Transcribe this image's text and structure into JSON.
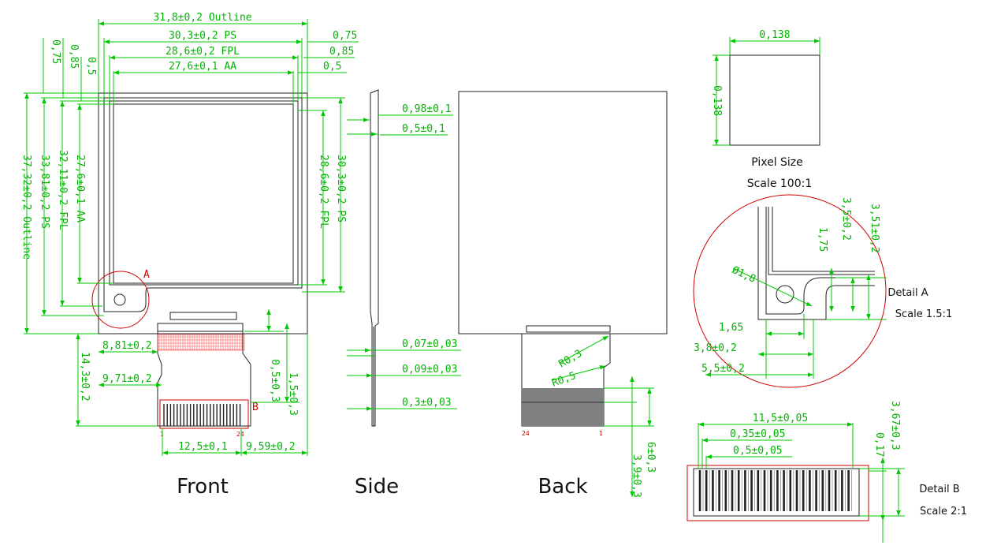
{
  "front": {
    "dims": {
      "outline_w": "31,8±0,2 Outline",
      "ps_w": "30,3±0,2 PS",
      "fpl_w": "28,6±0,2 FPL",
      "aa_w": "27,6±0,1 AA",
      "r075": "0,75",
      "r085": "0,85",
      "r05": "0,5",
      "l075": "0,75",
      "l085": "0,85",
      "l05": "0,5",
      "aa_h": "27,6±0,1 AA",
      "fpl_h": "32,11±0,2 FPL",
      "ps_h": "33,81±0,2 PS",
      "outline_h": "37,32±0,2 Outline",
      "fpl_h_right": "28,6±0,2 FPL",
      "ps_h_right": "30,3±0,2 PS",
      "fpc_881": "8,81±0,2",
      "fpc_971": "9,71±0,2",
      "fpc_143": "14,3±0,2",
      "fpc_05": "0,5±0,3",
      "fpc_15": "1,5±0,3",
      "fpc_125": "12,5±0,1",
      "fpc_959": "9,59±0,2",
      "pin1": "1",
      "pin24": "24"
    },
    "marker_a": "A",
    "marker_b": "B",
    "caption": "Front"
  },
  "side": {
    "dims": {
      "d098": "0,98±0,1",
      "d05": "0,5±0,1",
      "d007": "0,07±0,03",
      "d009": "0,09±0,03",
      "d03": "0,3±0,03"
    },
    "caption": "Side"
  },
  "back": {
    "dims": {
      "r03": "R0,3",
      "r05": "R0,5",
      "h6": "6±0,3",
      "h39": "3,9±0,3",
      "pin24": "24",
      "pin1": "1"
    },
    "caption": "Back"
  },
  "pixel": {
    "w": "0,138",
    "h": "0,138",
    "title": "Pixel Size",
    "scale": "Scale 100:1"
  },
  "detail_a": {
    "dims": {
      "phi": "Ø1,8",
      "d175": "1,75",
      "d35": "3,5±0,2",
      "d351": "3,51±0,2",
      "d165": "1,65",
      "d38": "3,8±0,2",
      "d55": "5,5±0,2"
    },
    "title": "Detail A",
    "scale": "Scale 1.5:1"
  },
  "detail_b": {
    "dims": {
      "d115": "11,5±0,05",
      "d035": "0,35±0,05",
      "d05": "0,5±0,05",
      "d017": "0,17",
      "d367": "3,67±0,3"
    },
    "title": "Detail B",
    "scale": "Scale 2:1"
  },
  "colors": {
    "dimension": "#00c800",
    "outline": "#222222",
    "marker": "#d00000",
    "fill": "#808080"
  }
}
